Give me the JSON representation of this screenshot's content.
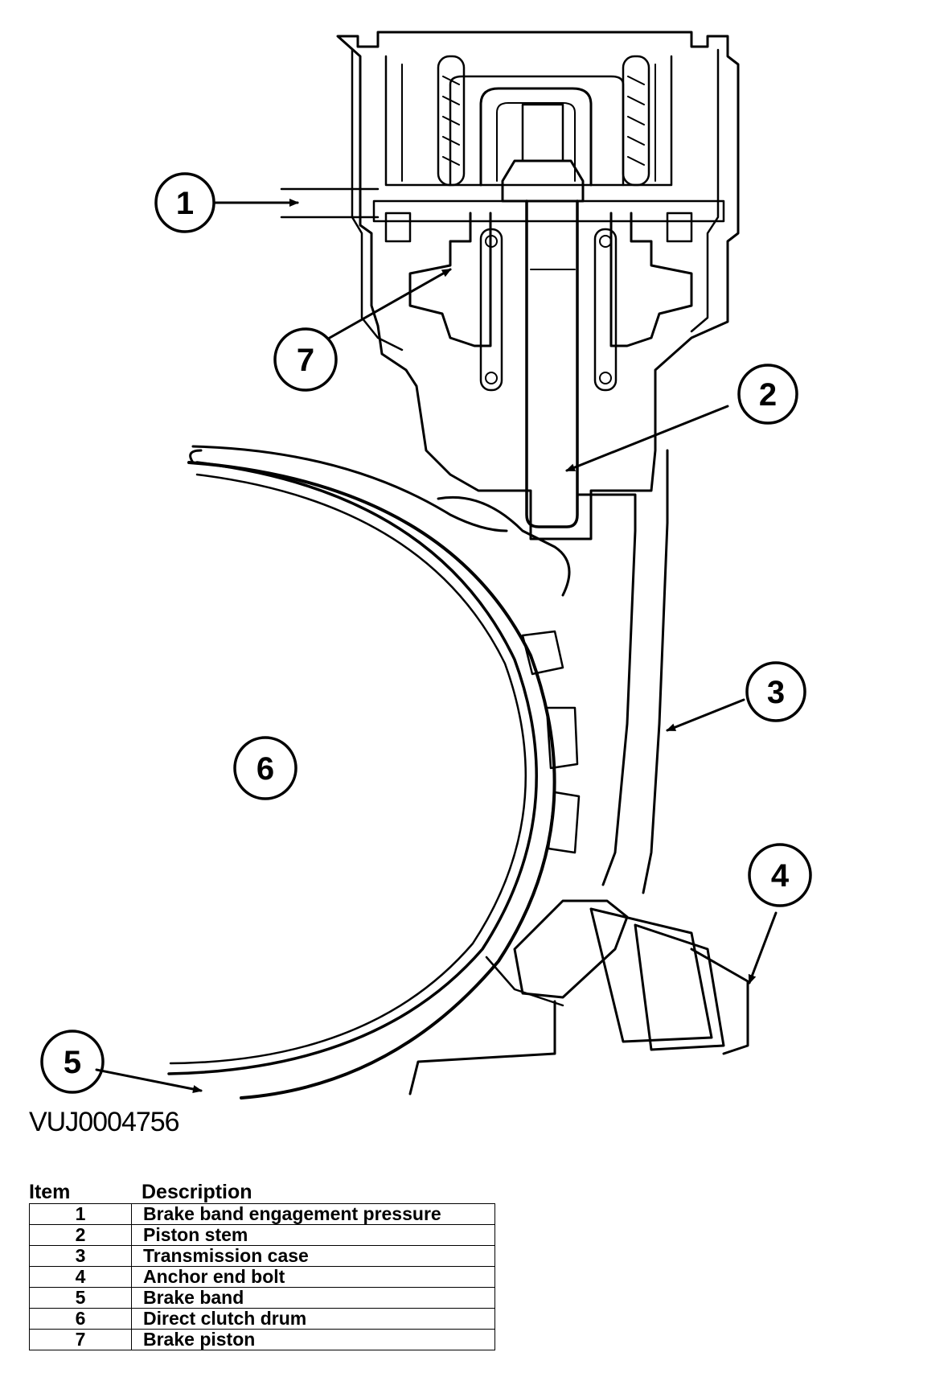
{
  "figure_id": "VUJ0004756",
  "callouts": [
    {
      "number": "1"
    },
    {
      "number": "2"
    },
    {
      "number": "3"
    },
    {
      "number": "4"
    },
    {
      "number": "5"
    },
    {
      "number": "6"
    },
    {
      "number": "7"
    }
  ],
  "legend": {
    "header_item": "Item",
    "header_description": "Description",
    "rows": [
      {
        "item": "1",
        "description": "Brake band engagement pressure"
      },
      {
        "item": "2",
        "description": "Piston stem"
      },
      {
        "item": "3",
        "description": "Transmission case"
      },
      {
        "item": "4",
        "description": "Anchor end bolt"
      },
      {
        "item": "5",
        "description": "Brake band"
      },
      {
        "item": "6",
        "description": "Direct clutch drum"
      },
      {
        "item": "7",
        "description": "Brake piston"
      }
    ]
  }
}
